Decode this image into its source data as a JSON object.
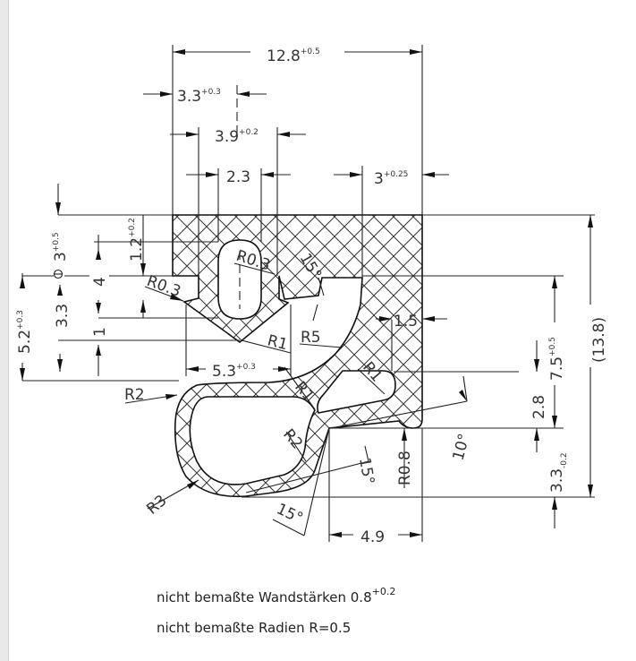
{
  "title": "Dichtungsprofil Querschnitt",
  "dimensions": {
    "overall_width": {
      "value": "12.8",
      "tol": "+0.5"
    },
    "slot_center": {
      "value": "3.3",
      "tol": "+0.3"
    },
    "jaw_width": {
      "value": "3.9",
      "tol": "+0.2"
    },
    "slot_width": {
      "value": "2.3"
    },
    "right_wall": {
      "value": "3",
      "tol": "+0.25"
    },
    "top_thickness": {
      "value": "1.2",
      "tol": "+0.2"
    },
    "top_height": {
      "value": "3",
      "tol": "+0.5"
    },
    "slot_height": {
      "value": "4"
    },
    "jaw_height": {
      "value": "3.3"
    },
    "slot_bottom": {
      "value": "1"
    },
    "left_height": {
      "value": "5.2",
      "tol": "+0.3"
    },
    "jaw_span": {
      "value": "5.3",
      "tol": "+0.3"
    },
    "wall_1_5": {
      "value": "1.5"
    },
    "lip_height": {
      "value": "2.8"
    },
    "inner_height": {
      "value": "7.5",
      "tol": "+0.5"
    },
    "total_height": {
      "value": "(13.8)"
    },
    "bulb_height": {
      "value": "3.3",
      "tol": "-0.2"
    },
    "foot_width": {
      "value": "4.9"
    }
  },
  "radii": {
    "r03_left": "R0.3",
    "r03_top": "R0.3",
    "r1_jaw": "R1",
    "r5": "R5",
    "r2_left": "R2",
    "r1_bulb": "R1",
    "r1_slit": "R1",
    "r2_bulb": "R2",
    "r3": "R3",
    "r08": "R0.8"
  },
  "angles": {
    "a15_top": "15°",
    "a10": "10°",
    "a15_right": "15°",
    "a15_bottom": "15°"
  },
  "notes": {
    "wall": "nicht bemaßte Wandstärken 0.8",
    "wall_tol": "+0.2",
    "radii": "nicht bemaßte Radien R=0.5"
  }
}
